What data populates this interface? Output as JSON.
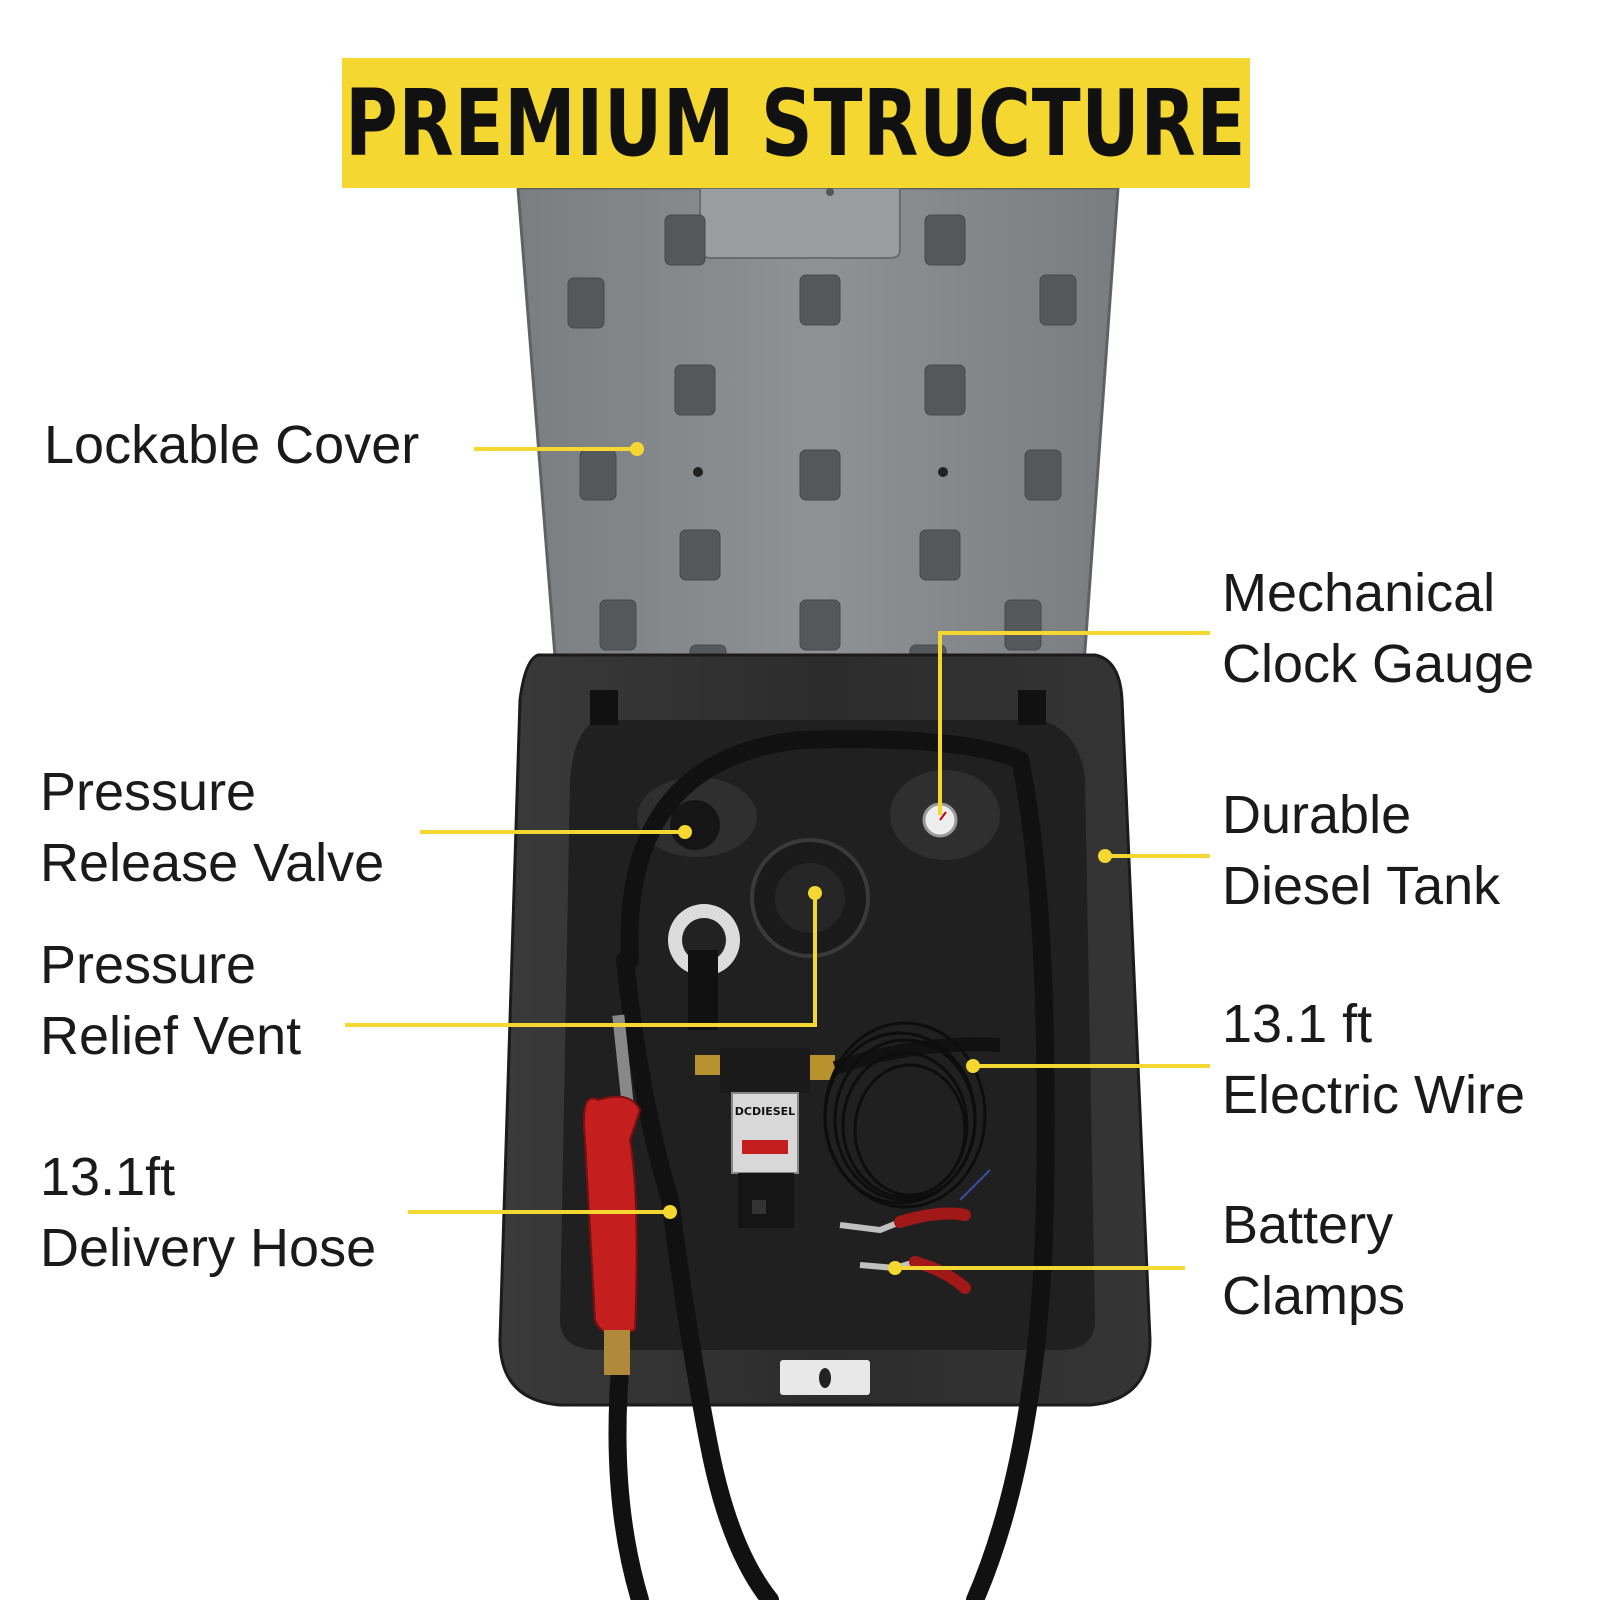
{
  "banner": {
    "title": "PREMIUM STRUCTURE",
    "color": "#f5d731"
  },
  "labels": {
    "lockable_cover": {
      "line1": "Lockable Cover"
    },
    "mechanical_gauge": {
      "line1": "Mechanical",
      "line2": "Clock Gauge"
    },
    "pressure_release": {
      "line1": "Pressure",
      "line2": "Release Valve"
    },
    "durable_tank": {
      "line1": "Durable",
      "line2": "Diesel Tank"
    },
    "pressure_relief": {
      "line1": "Pressure",
      "line2": "Relief Vent"
    },
    "electric_wire": {
      "line1": "13.1 ft",
      "line2": "Electric Wire"
    },
    "delivery_hose": {
      "line1": "13.1ft",
      "line2": "Delivery Hose"
    },
    "battery_clamps": {
      "line1": "Battery",
      "line2": "Clamps"
    }
  },
  "pump_brand": "DCDIESEL",
  "colors": {
    "accent": "#f5d731",
    "lid": "#8a8d90",
    "tank": "#2a2a2a",
    "nozzle": "#c41e1e"
  }
}
